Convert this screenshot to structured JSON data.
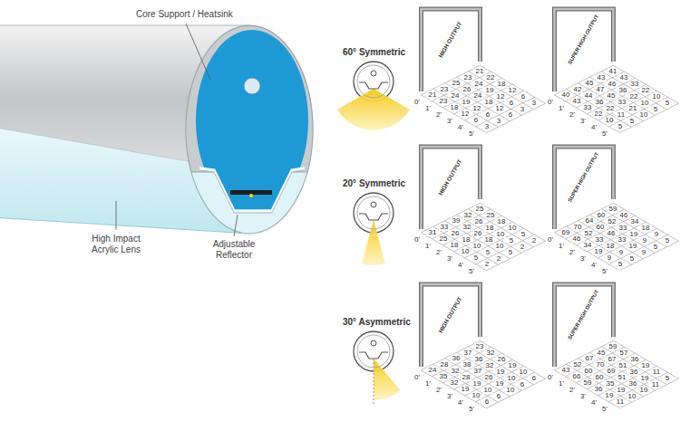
{
  "diagram": {
    "labels": [
      "Core Support / Heatsink",
      "High Impact Acrylic Lens",
      "Adjustable Reflector",
      "60° Symmetric",
      "HIGH OUTPUT",
      "21",
      "23",
      "25",
      "23",
      "21",
      "23",
      "24",
      "26",
      "24",
      "22",
      "18",
      "19",
      "24",
      "19",
      "18",
      "12",
      "12",
      "18",
      "12",
      "12",
      "6",
      "6",
      "12",
      "6",
      "6",
      "3",
      "3",
      "6",
      "3",
      "3",
      "0'",
      "1'",
      "2'",
      "3'",
      "4'",
      "5'",
      "SUPER HIGH OUTPUT",
      "40",
      "42",
      "45",
      "43",
      "41",
      "43",
      "44",
      "47",
      "46",
      "43",
      "33",
      "36",
      "45",
      "36",
      "33",
      "22",
      "22",
      "33",
      "22",
      "22",
      "10",
      "11",
      "21",
      "10",
      "10",
      "5",
      "5",
      "10",
      "5",
      "5",
      "0'",
      "1'",
      "2'",
      "3'",
      "4'",
      "5'",
      "20° Symmetric",
      "HIGH OUTPUT",
      "31",
      "33",
      "39",
      "32",
      "25",
      "25",
      "26",
      "32",
      "26",
      "25",
      "18",
      "18",
      "26",
      "18",
      "18",
      "10",
      "10",
      "18",
      "10",
      "10",
      "5",
      "5",
      "10",
      "5",
      "5",
      "2",
      "2",
      "5",
      "2",
      "2",
      "0'",
      "1'",
      "2'",
      "3'",
      "4'",
      "5'",
      "SUPER HIGH OUTPUT",
      "69",
      "70",
      "64",
      "60",
      "59",
      "46",
      "52",
      "60",
      "52",
      "46",
      "34",
      "33",
      "46",
      "33",
      "34",
      "19",
      "18",
      "33",
      "19",
      "18",
      "9",
      "9",
      "19",
      "9",
      "9",
      "5",
      "5",
      "9",
      "5",
      "5",
      "0'",
      "1'",
      "2'",
      "3'",
      "4'",
      "5'",
      "30° Asymmetric",
      "HIGH OUTPUT",
      "24",
      "28",
      "36",
      "37",
      "23",
      "35",
      "32",
      "38",
      "36",
      "32",
      "32",
      "28",
      "37",
      "32",
      "26",
      "19",
      "19",
      "26",
      "19",
      "19",
      "10",
      "10",
      "19",
      "10",
      "10",
      "6",
      "6",
      "10",
      "6",
      "6",
      "0'",
      "1'",
      "2'",
      "3'",
      "4'",
      "5'",
      "SUPER HIGH OUTPUT",
      "43",
      "52",
      "67",
      "45",
      "59",
      "66",
      "60",
      "70",
      "67",
      "57",
      "59",
      "60",
      "69",
      "51",
      "36",
      "36",
      "35",
      "51",
      "36",
      "19",
      "19",
      "19",
      "36",
      "19",
      "11",
      "11",
      "10",
      "19",
      "11",
      "5",
      "0'",
      "1'",
      "2'",
      "3'",
      "4'",
      "5'"
    ]
  }
}
